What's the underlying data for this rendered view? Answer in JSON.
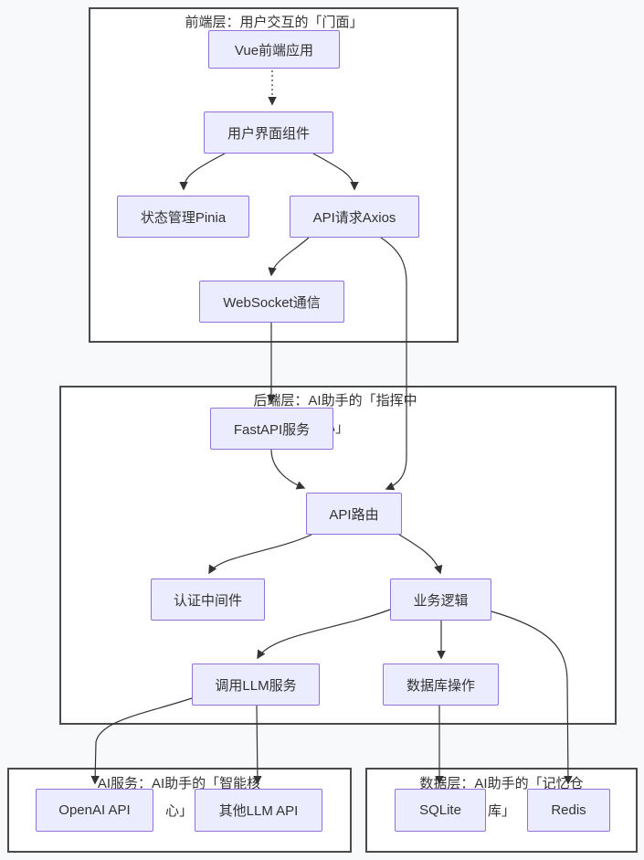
{
  "diagram": {
    "type": "flowchart",
    "colors": {
      "background": "#f8f9fa",
      "container_fill": "#ffffff",
      "container_border": "#4a4a4a",
      "node_fill": "#ececff",
      "node_border": "#9370db",
      "edge": "#333333",
      "text": "#333333"
    },
    "groups": {
      "frontend": {
        "title_lines": [
          "前端层：用户交互的「门面」",
          ""
        ]
      },
      "backend": {
        "title_lines": [
          "后端层：AI助手的「指挥中",
          "心」"
        ]
      },
      "ai": {
        "title_lines": [
          "AI服务：AI助手的「智能核",
          "心」"
        ]
      },
      "data": {
        "title_lines": [
          "数据层：AI助手的「记忆仓",
          "库」"
        ]
      }
    },
    "nodes": {
      "vue": {
        "label": "Vue前端应用"
      },
      "ui": {
        "label": "用户界面组件"
      },
      "pinia": {
        "label": "状态管理Pinia"
      },
      "axios": {
        "label": "API请求Axios"
      },
      "ws": {
        "label": "WebSocket通信"
      },
      "fastapi": {
        "label": "FastAPI服务"
      },
      "router": {
        "label": "API路由"
      },
      "auth": {
        "label": "认证中间件"
      },
      "logic": {
        "label": "业务逻辑"
      },
      "llm": {
        "label": "调用LLM服务"
      },
      "db": {
        "label": "数据库操作"
      },
      "openai": {
        "label": "OpenAI API"
      },
      "otherllm": {
        "label": "其他LLM API"
      },
      "sqlite": {
        "label": "SQLite"
      },
      "redis": {
        "label": "Redis"
      }
    },
    "edges": [
      {
        "from": "Vue前端应用",
        "to": "用户界面组件",
        "style": "dotted"
      },
      {
        "from": "用户界面组件",
        "to": "状态管理Pinia",
        "style": "solid"
      },
      {
        "from": "用户界面组件",
        "to": "API请求Axios",
        "style": "solid"
      },
      {
        "from": "API请求Axios",
        "to": "WebSocket通信",
        "style": "solid"
      },
      {
        "from": "API请求Axios",
        "to": "API路由",
        "style": "solid"
      },
      {
        "from": "WebSocket通信",
        "to": "FastAPI服务",
        "style": "solid"
      },
      {
        "from": "FastAPI服务",
        "to": "API路由",
        "style": "solid"
      },
      {
        "from": "API路由",
        "to": "认证中间件",
        "style": "solid"
      },
      {
        "from": "API路由",
        "to": "业务逻辑",
        "style": "solid"
      },
      {
        "from": "业务逻辑",
        "to": "调用LLM服务",
        "style": "solid"
      },
      {
        "from": "业务逻辑",
        "to": "数据库操作",
        "style": "solid"
      },
      {
        "from": "业务逻辑",
        "to": "Redis",
        "style": "solid"
      },
      {
        "from": "调用LLM服务",
        "to": "OpenAI API",
        "style": "solid"
      },
      {
        "from": "调用LLM服务",
        "to": "其他LLM API",
        "style": "solid"
      },
      {
        "from": "数据库操作",
        "to": "SQLite",
        "style": "solid"
      }
    ]
  }
}
